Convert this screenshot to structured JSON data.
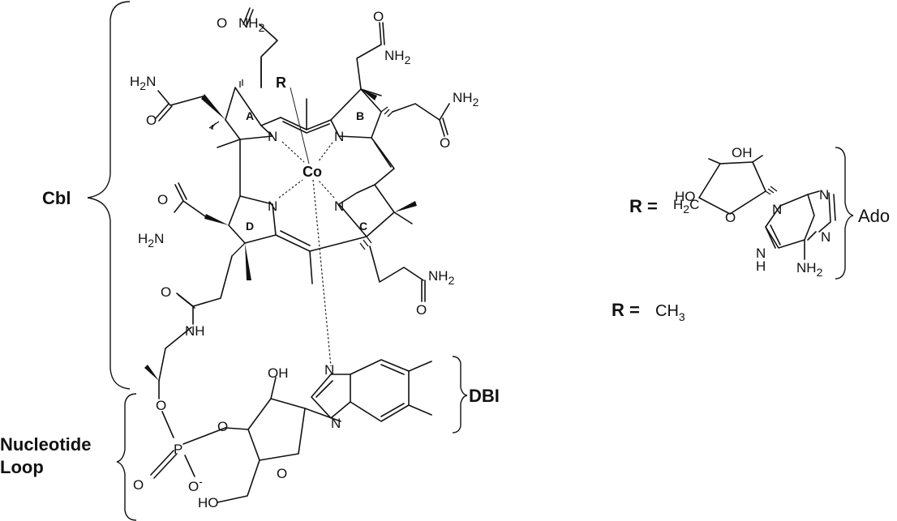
{
  "labels": {
    "cbl": "Cbl",
    "nucleotide_line1": "Nucleotide",
    "nucleotide_line2": "Loop",
    "dbi": "DBI",
    "ado": "Ado",
    "r_top": "R",
    "r_eq_1": "R =",
    "r_eq_2": "R =",
    "ch3": "CH",
    "ch3_sub": "3",
    "co": "Co"
  },
  "rings": {
    "a": "A",
    "b": "B",
    "c": "C",
    "d": "D"
  },
  "atoms": {
    "n": "N",
    "nh": "NH",
    "o": "O",
    "oh": "OH",
    "ho": "HO",
    "ho2": "HO",
    "h": "H",
    "p": "P",
    "o_minus": "O",
    "minus": "-",
    "nh2": "NH",
    "two": "2",
    "h2": "H",
    "h2c": "H",
    "c": "C"
  }
}
